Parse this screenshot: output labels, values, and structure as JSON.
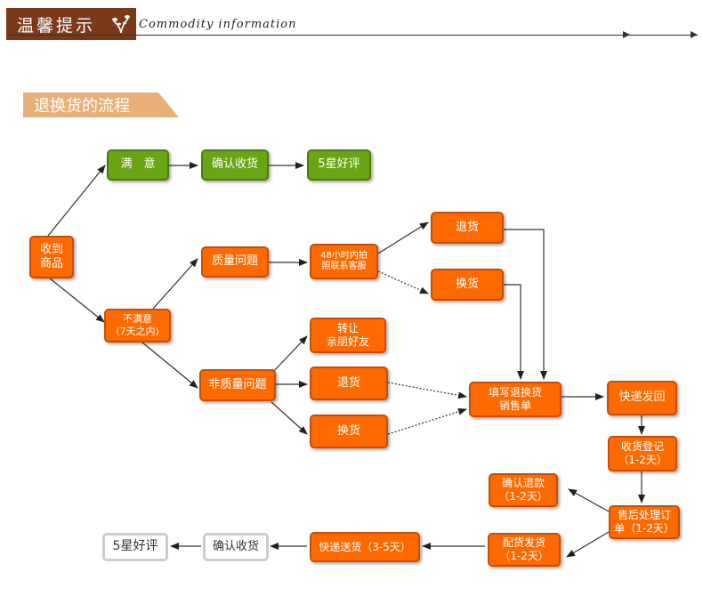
{
  "header": {
    "title": "温馨提示",
    "subtitle": "Commodity information"
  },
  "section": {
    "title": "退换货的流程"
  },
  "colors": {
    "orange": "#ff6a00",
    "green": "#6aa515",
    "header_brown": "#7a3a1a",
    "tab": "#e8b078"
  },
  "nodes": {
    "received": "收到\n商品",
    "satisfied": "满　意",
    "confirm_receipt_top": "确认收货",
    "five_star_top": "5星好评",
    "unsatisfied": "不满意\n(7天之内)",
    "quality_issue": "质量问题",
    "contact_service": "48小时内拍\n照联系客服",
    "return_top": "退货",
    "exchange_top": "换货",
    "non_quality_issue": "非质量问题",
    "transfer_friends": "转让\n亲朋好友",
    "return_mid": "退货",
    "exchange_mid": "换货",
    "fill_form": "填写退换货\n销售单",
    "express_return": "快递发回",
    "receipt_register": "收货登记\n（1-2天）",
    "after_sale_order": "售后处理订\n单（1-2天）",
    "confirm_refund": "确认退款\n（1-2天）",
    "ship_goods": "配货发货\n（1-2天）",
    "express_delivery": "快递送货（3-5天）",
    "confirm_receipt_bottom": "确认收货",
    "five_star_bottom": "5星好评"
  }
}
